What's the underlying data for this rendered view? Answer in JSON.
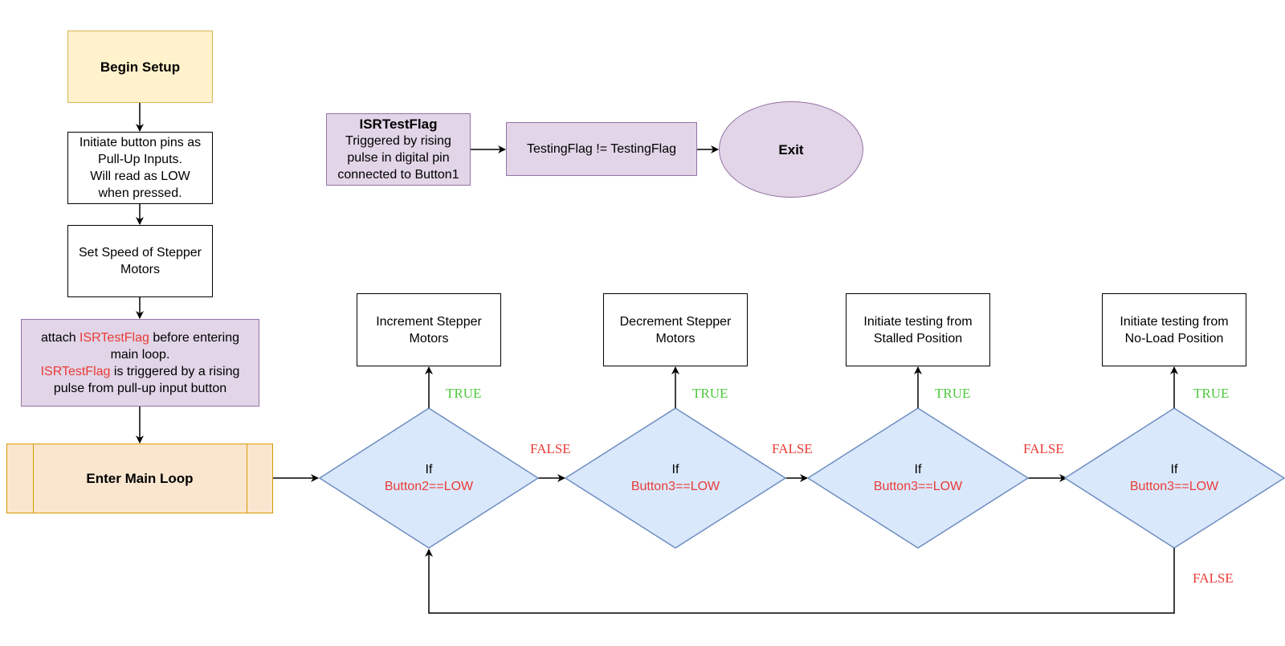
{
  "setup": {
    "begin": "Begin Setup",
    "pins": [
      "Initiate button pins as",
      "Pull-Up Inputs.",
      "Will read as LOW",
      "when pressed."
    ],
    "speed": [
      "Set Speed of Stepper",
      "Motors"
    ],
    "attach": {
      "line1_a": "attach ",
      "line1_flag": "ISRTestFlag",
      "line1_b": " before entering",
      "line2": "main loop.",
      "line3_flag": "ISRTestFlag",
      "line3_b": " is triggered by a rising",
      "line4": "pulse from pull-up input button"
    },
    "main_loop": "Enter Main Loop"
  },
  "isr": {
    "title": "ISRTestFlag",
    "desc": [
      "Triggered by rising",
      "pulse in digital pin",
      "connected to Button1"
    ],
    "toggle": "TestingFlag != TestingFlag",
    "exit": "Exit"
  },
  "decisions": [
    {
      "if": "If",
      "cond": "Button2==LOW",
      "action": [
        "Increment Stepper",
        "Motors"
      ]
    },
    {
      "if": "If",
      "cond": "Button3==LOW",
      "action": [
        "Decrement Stepper",
        "Motors"
      ]
    },
    {
      "if": "If",
      "cond": "Button3==LOW",
      "action": [
        "Initiate testing from",
        "Stalled Position"
      ]
    },
    {
      "if": "If",
      "cond": "Button3==LOW",
      "action": [
        "Initiate testing from",
        "No-Load Position"
      ]
    }
  ],
  "labels": {
    "true": "TRUE",
    "false": "FALSE"
  },
  "colors": {
    "start_fill": "#fff2cc",
    "start_stroke": "#d6b656",
    "isr_fill": "#e1d5e7",
    "isr_stroke": "#9673a6",
    "loop_fill": "#fae6cf",
    "loop_stroke": "#d79b00",
    "decision_fill": "#dae8fc",
    "decision_stroke": "#6c8ebf",
    "true": "#4cc93a",
    "false": "#ea3b35"
  }
}
